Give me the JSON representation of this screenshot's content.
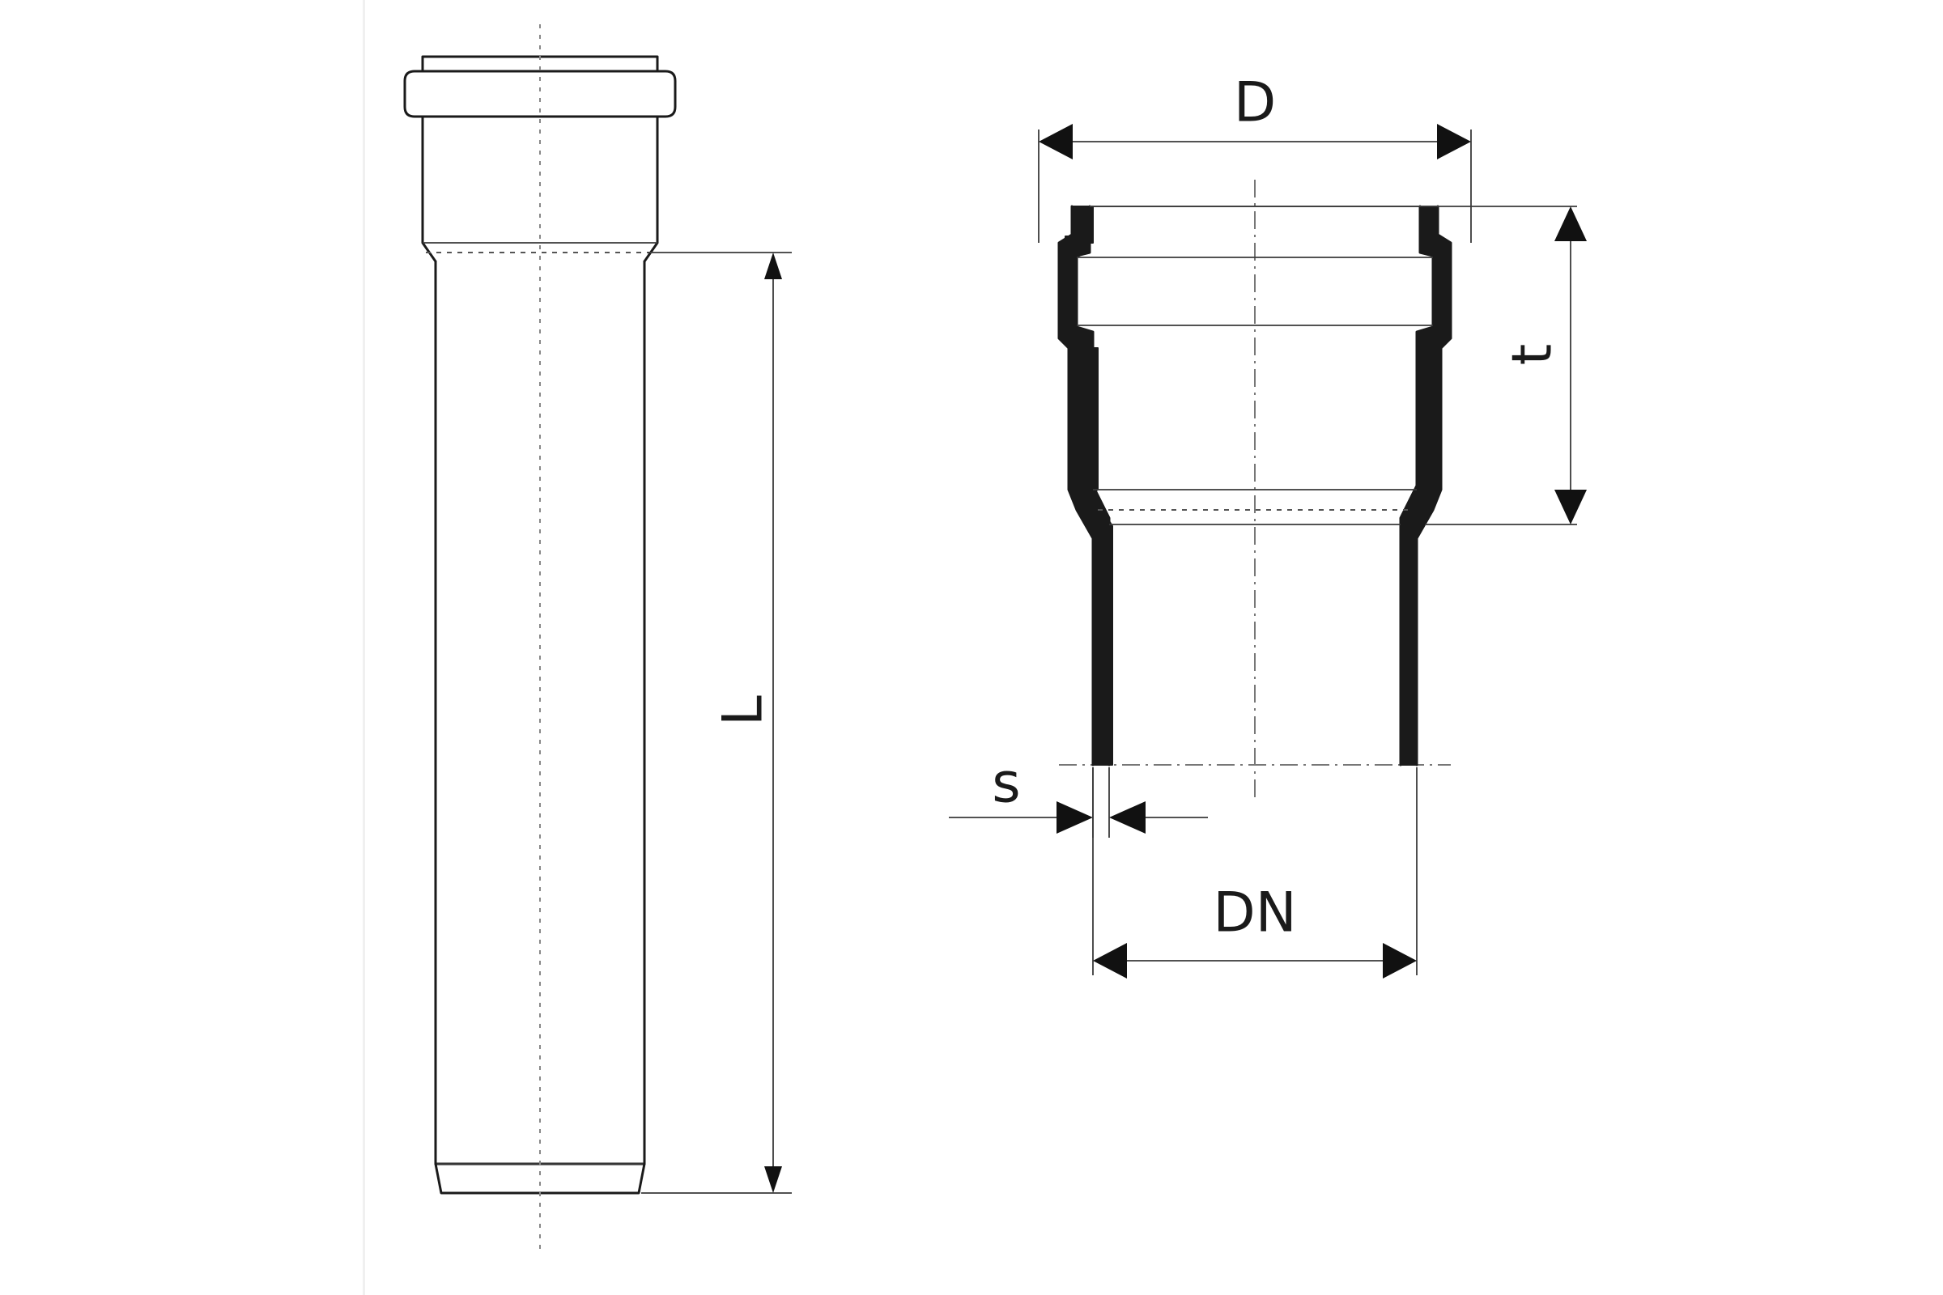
{
  "labels": {
    "length": "L",
    "outer_diameter": "D",
    "socket_depth": "t",
    "wall_thickness": "s",
    "nominal_diameter": "DN"
  },
  "colors": {
    "line": "#1a1a1a",
    "background": "#ffffff"
  }
}
